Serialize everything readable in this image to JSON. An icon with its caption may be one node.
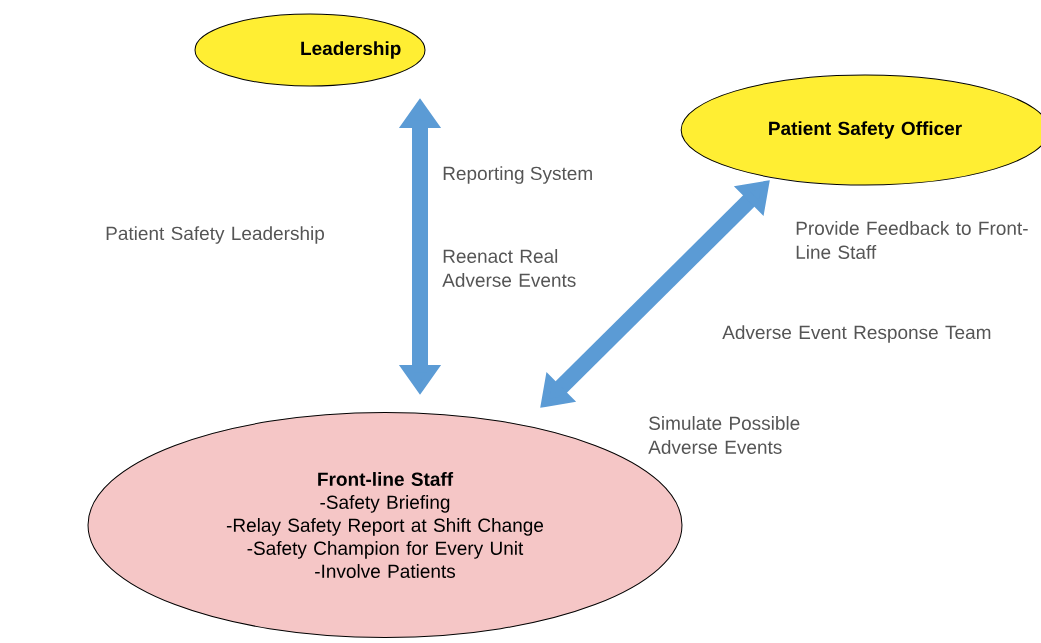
{
  "diagram": {
    "nodes": [
      {
        "text": [
          "Leadership"
        ]
      },
      {
        "text": [
          "Patient Safety Officer"
        ]
      },
      {
        "text": [
          "Front-line Staff",
          "-Safety Briefing",
          "-Relay Safety Report at Shift Change",
          "-Safety Champion for Every Unit",
          "-Involve Patients"
        ]
      }
    ],
    "edges": [
      {
        "from": 0,
        "to": 2,
        "arrow": "both"
      },
      {
        "from": 1,
        "to": 2,
        "arrow": "both"
      }
    ],
    "labels": [
      "Reporting System",
      "Patient Safety Leadership",
      "Reenact Real Adverse Events",
      "Provide Feedback to Front-Line Staff",
      "Adverse Event Response Team",
      "Simulate Possible Adverse Events"
    ]
  }
}
